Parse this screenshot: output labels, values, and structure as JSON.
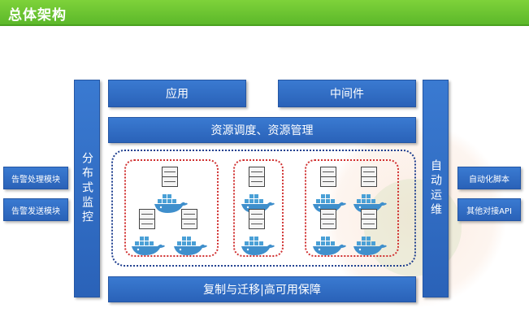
{
  "header": {
    "title": "总体架构"
  },
  "left_modules": [
    "告警处理模块",
    "告警发送模块"
  ],
  "left_column": {
    "label": "分布式监控"
  },
  "right_column": {
    "label": "自动运维"
  },
  "right_modules": [
    "自动化脚本",
    "其他对接API"
  ],
  "top_boxes": [
    "应用",
    "中间件"
  ],
  "resource_bar": "资源调度、资源管理",
  "bottom_bar": "复制与迁移|高可用保障",
  "clusters": [
    {
      "nodes": 3
    },
    {
      "nodes": 2
    },
    {
      "nodes": 4
    }
  ],
  "colors": {
    "header_green": "#6cc534",
    "block_blue": "#2f6cc6",
    "cluster_border": "#d03030",
    "outer_border": "#1f3f8f",
    "whale_blue": "#4aa0d6"
  },
  "icons": [
    "server-icon",
    "docker-whale-icon"
  ]
}
